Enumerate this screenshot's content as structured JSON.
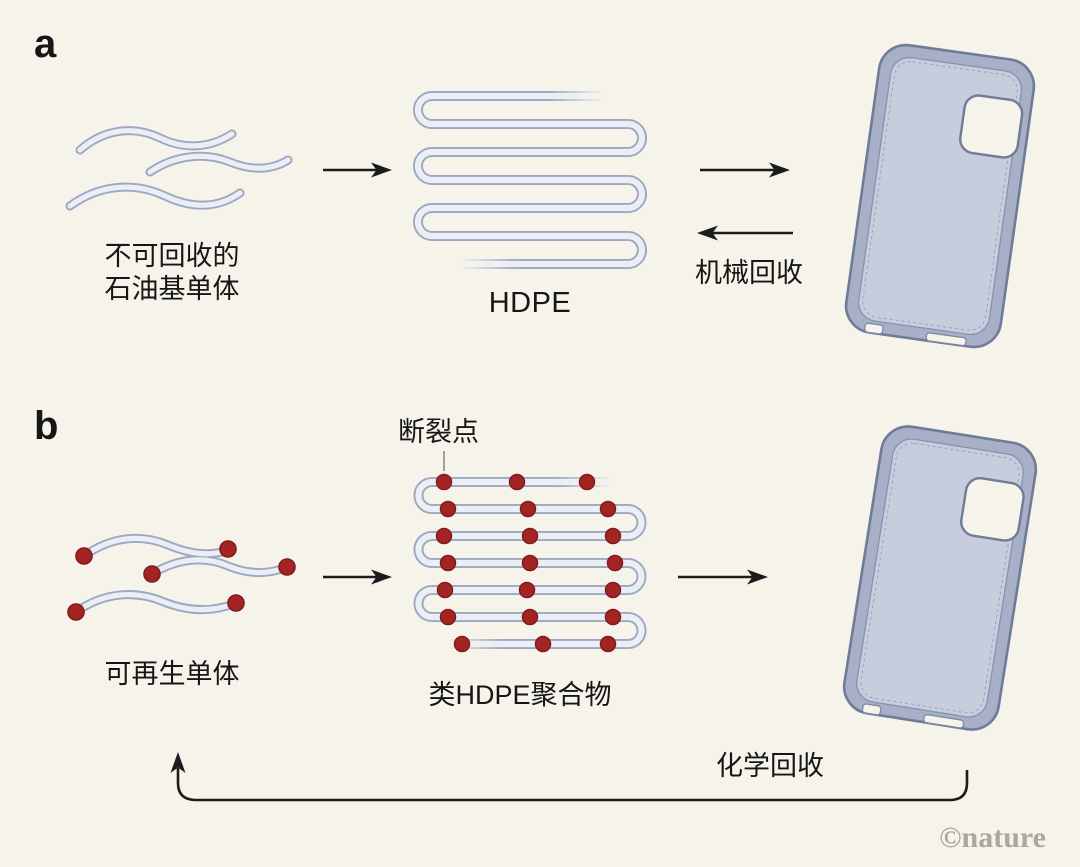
{
  "figure": {
    "background_color": "#F5F3EA",
    "watermark": "©nature"
  },
  "panel_a": {
    "label": "a",
    "monomers_caption_line1": "不可回收的",
    "monomers_caption_line2": "石油基单体",
    "polymer_label": "HDPE",
    "recycling_label": "机械回收"
  },
  "panel_b": {
    "label": "b",
    "breakpoint_label": "断裂点",
    "monomers_caption": "可再生单体",
    "polymer_label": "类HDPE聚合物",
    "recycling_label": "化学回收"
  },
  "colors": {
    "chain_outline": "#9DA7C0",
    "chain_fill": "#EBEEF4",
    "breakpoint_dot": "#A42424",
    "breakpoint_dot_edge": "#801C1C",
    "case_rim": "#A7B0C7",
    "case_surface": "#C8CDDD",
    "case_edge": "#6F7B99",
    "arrow": "#1C1C1C",
    "watermark_gray": "#A8A7A1"
  }
}
